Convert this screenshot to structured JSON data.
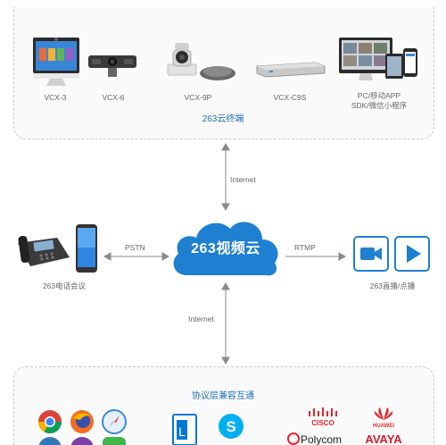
{
  "terminals": {
    "title": "263云终端",
    "devices": [
      {
        "label": "VCX-3"
      },
      {
        "label": "VCX-6"
      },
      {
        "label": "VCX-9P"
      },
      {
        "label": "VCX-C9S"
      },
      {
        "label_line1": "PC/移动APP",
        "label_line2": "SDK/微信小程序"
      }
    ]
  },
  "cloud": {
    "label": "263视频云"
  },
  "connections": {
    "top": "Internet",
    "bottom": "Internet",
    "left": "PSTN",
    "right": "RTMP"
  },
  "phone_conference": {
    "label": "263电话会议"
  },
  "live_vod": {
    "label": "263直播/点播"
  },
  "protocol": {
    "title": "协议层兼容互通",
    "brands": [
      "CISCO",
      "HUAWEI",
      "Polycom",
      "AVAYA"
    ]
  },
  "colors": {
    "accent": "#1d6fb8",
    "cloud": "#1f7fd0",
    "arrow": "#888888"
  }
}
